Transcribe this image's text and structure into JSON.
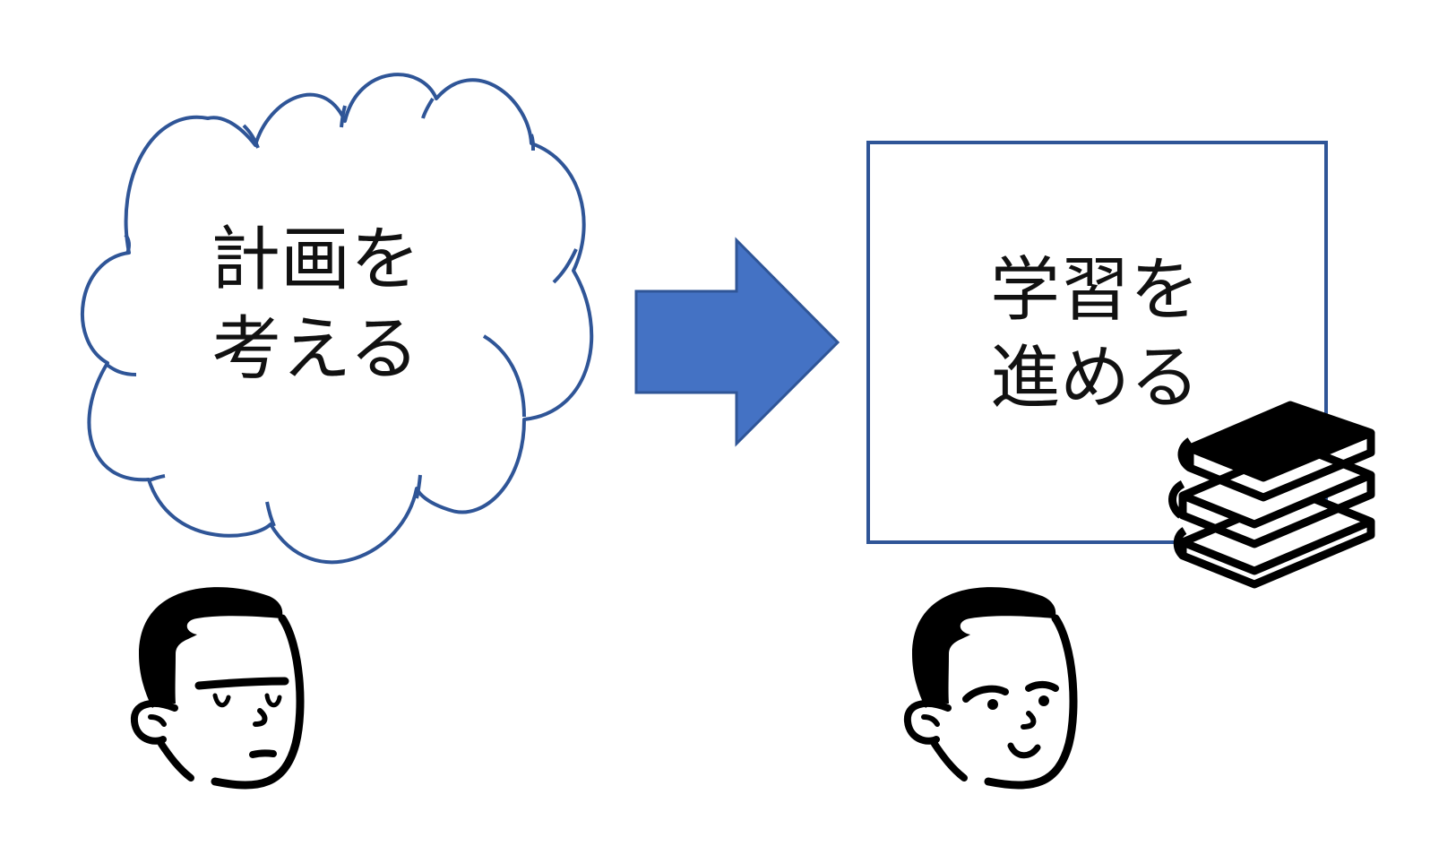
{
  "diagram": {
    "thought_cloud": {
      "line1": "計画を",
      "line2": "考える"
    },
    "arrow": {
      "direction": "right"
    },
    "action_box": {
      "line1": "学習を",
      "line2": "進める"
    },
    "person_left": {
      "expression": "thinking"
    },
    "person_right": {
      "expression": "smiling"
    },
    "books": {
      "icon": "stacked-books-icon"
    }
  },
  "colors": {
    "outline_blue": "#2F5597",
    "arrow_fill": "#4472C4",
    "ink": "#000000",
    "background": "#FFFFFF"
  }
}
